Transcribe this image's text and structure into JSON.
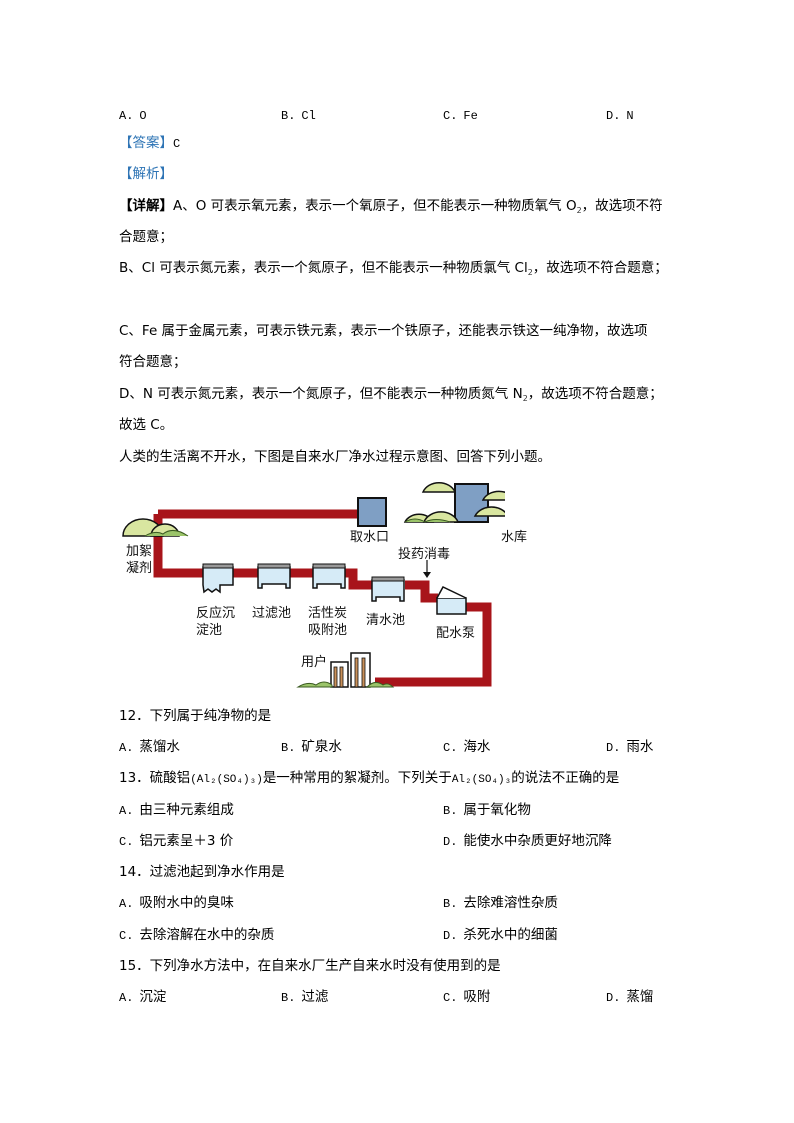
{
  "q11_options": [
    {
      "key": "A.",
      "text": "O"
    },
    {
      "key": "B.",
      "text": "Cl"
    },
    {
      "key": "C.",
      "text": "Fe"
    },
    {
      "key": "D.",
      "text": "N"
    }
  ],
  "answer": {
    "label": "【答案】",
    "value": "C"
  },
  "analysis": {
    "label": "【解析】"
  },
  "detail": {
    "label": "【详解】",
    "a_line1_pre": "A、O 可表示氧元素，表示一个氧原子，但不能表示一种物质氧气 O",
    "a_line1_sub": "2",
    "a_line1_post": "，故选项不符",
    "a_line2": "合题意；",
    "b_line_pre": "B、Cl 可表示氮元素，表示一个氮原子，但不能表示一种物质氯气 Cl",
    "b_line_sub": "2",
    "b_line_post": "，故选项不符合题意；",
    "c_line1": "C、Fe 属于金属元素，可表示铁元素，表示一个铁原子，还能表示铁这一纯净物，故选项",
    "c_line2": "符合题意；",
    "d_line_pre": "D、N 可表示氮元素，表示一个氮原子，但不能表示一种物质氮气 N",
    "d_line_sub": "2",
    "d_line_post": "，故选项不符合题意；",
    "conclusion": "故选 C。"
  },
  "intro": "人类的生活离不开水，下图是自来水厂净水过程示意图、回答下列小题。",
  "diagram": {
    "pipe_color": "#b0161c",
    "labels": {
      "intake": "取水口",
      "reservoir": "水库",
      "coagulant_1": "加絮",
      "coagulant_2": "凝剂",
      "disinfect": "投药消毒",
      "sediment_1": "反应沉",
      "sediment_2": "淀池",
      "filter": "过滤池",
      "carbon_1": "活性炭",
      "carbon_2": "吸附池",
      "clear": "清水池",
      "pump": "配水泵",
      "user": "用户"
    }
  },
  "q12": {
    "stem": "12．下列属于纯净物的是",
    "options": [
      {
        "key": "A.",
        "text": "蒸馏水"
      },
      {
        "key": "B.",
        "text": "矿泉水"
      },
      {
        "key": "C.",
        "text": "海水"
      },
      {
        "key": "D.",
        "text": "雨水"
      }
    ]
  },
  "q13": {
    "stem_pre": "13．硫酸铝",
    "formula": "(Al₂(SO₄)₃)",
    "stem_mid": "是一种常用的絮凝剂。下列关于",
    "formula2": "Al₂(SO₄)₃",
    "stem_post": "的说法不正确的是",
    "options": [
      {
        "key": "A.",
        "text": "由三种元素组成"
      },
      {
        "key": "B.",
        "text": "属于氧化物"
      },
      {
        "key": "C.",
        "text": "铝元素呈＋3 价"
      },
      {
        "key": "D.",
        "text": "能使水中杂质更好地沉降"
      }
    ]
  },
  "q14": {
    "stem": "14．过滤池起到净水作用是",
    "options": [
      {
        "key": "A.",
        "text": "吸附水中的臭味"
      },
      {
        "key": "B.",
        "text": "去除难溶性杂质"
      },
      {
        "key": "C.",
        "text": "去除溶解在水中的杂质"
      },
      {
        "key": "D.",
        "text": "杀死水中的细菌"
      }
    ]
  },
  "q15": {
    "stem": "15．下列净水方法中，在自来水厂生产自来水时没有使用到的是",
    "options": [
      {
        "key": "A.",
        "text": "沉淀"
      },
      {
        "key": "B.",
        "text": "过滤"
      },
      {
        "key": "C.",
        "text": "吸附"
      },
      {
        "key": "D.",
        "text": "蒸馏"
      }
    ]
  }
}
